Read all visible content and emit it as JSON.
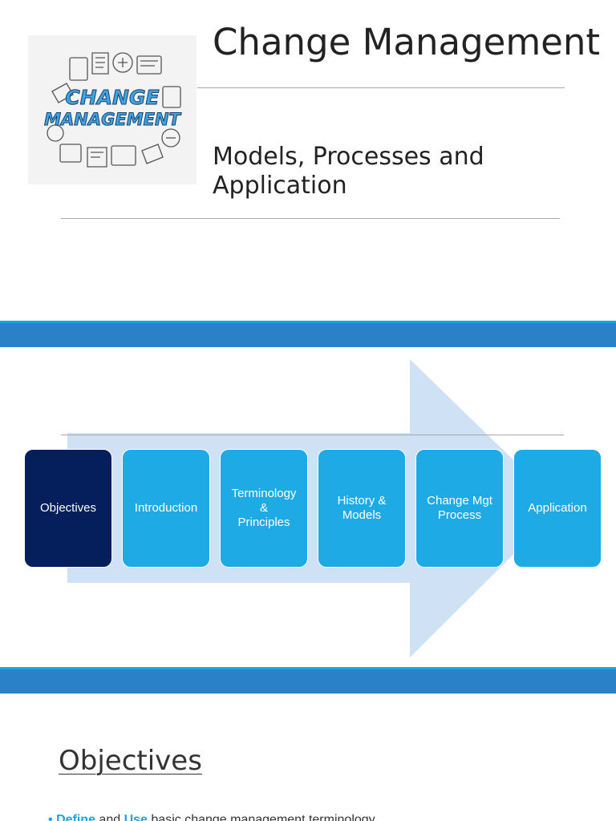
{
  "slide1": {
    "title": "Change Management",
    "subtitle": "Models, Processes and Application",
    "logo_text_line1": "CHANGE",
    "logo_text_line2": "MANAGEMENT"
  },
  "slide2": {
    "steps": [
      {
        "label": "Objectives",
        "active": true
      },
      {
        "label": "Introduction",
        "active": false
      },
      {
        "label": "Terminology\n&\nPrinciples",
        "active": false
      },
      {
        "label": "History &\nModels",
        "active": false
      },
      {
        "label": "Change Mgt\nProcess",
        "active": false
      },
      {
        "label": "Application",
        "active": false
      }
    ]
  },
  "slide3": {
    "heading": "Objectives",
    "bullet_marker": "•",
    "bullet_word1": "Define",
    "bullet_and": "and",
    "bullet_word2": "Use",
    "bullet_rest": "basic change management terminology"
  },
  "colors": {
    "band": "#2a81c7",
    "step": "#1eaae5",
    "step_active": "#041f5b",
    "arrow": "#cfe2f5",
    "highlight": "#1aa5e3"
  }
}
